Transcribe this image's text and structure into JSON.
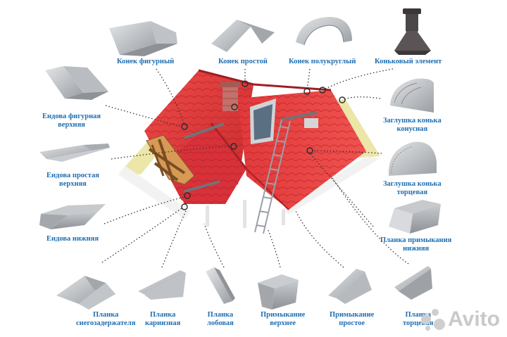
{
  "labels": {
    "konek_figurny": "Конек фигурный",
    "konek_prostoy": "Конек  простой",
    "konek_polukrugly": "Конек полукруглый",
    "konkovy_element": "Коньковый элемент",
    "endova_figurnaya_1": "Ендова фигурная",
    "endova_figurnaya_2": "верхняя",
    "endova_prostaya_1": "Ендова простая",
    "endova_prostaya_2": "верхняя",
    "endova_nizhnyaya": "Ендова нижняя",
    "zaglushka_konusnaya_1": "Заглушка конька",
    "zaglushka_konusnaya_2": "конусная",
    "zaglushka_torcevaya_1": "Заглушка конька",
    "zaglushka_torcevaya_2": "торцевая",
    "planka_primykaniya_1": "Планка примыкания",
    "planka_primykaniya_2": "нижняя",
    "planka_snego_1": "Планка",
    "planka_snego_2": "снегозадержателя",
    "planka_karniz_1": "Планка",
    "planka_karniz_2": "карнизная",
    "planka_lobovaya_1": "Планка",
    "planka_lobovaya_2": "лобовая",
    "primykanie_verhnee_1": "Примыкание",
    "primykanie_verhnee_2": "верхнее",
    "primykanie_prostoe_1": "Примыкание",
    "primykanie_prostoe_2": "простое",
    "planka_torcevaya_1": "Планка",
    "planka_torcevaya_2": "торцевая"
  },
  "watermark": "Avito",
  "colors": {
    "label": "#1f6fb3",
    "roof": "#e03a3c",
    "roof_dark": "#b82528",
    "metal": "#a9adb2",
    "metal_light": "#d6d9dc",
    "wood": "#c98b45",
    "gable": "#e9e3a6"
  }
}
